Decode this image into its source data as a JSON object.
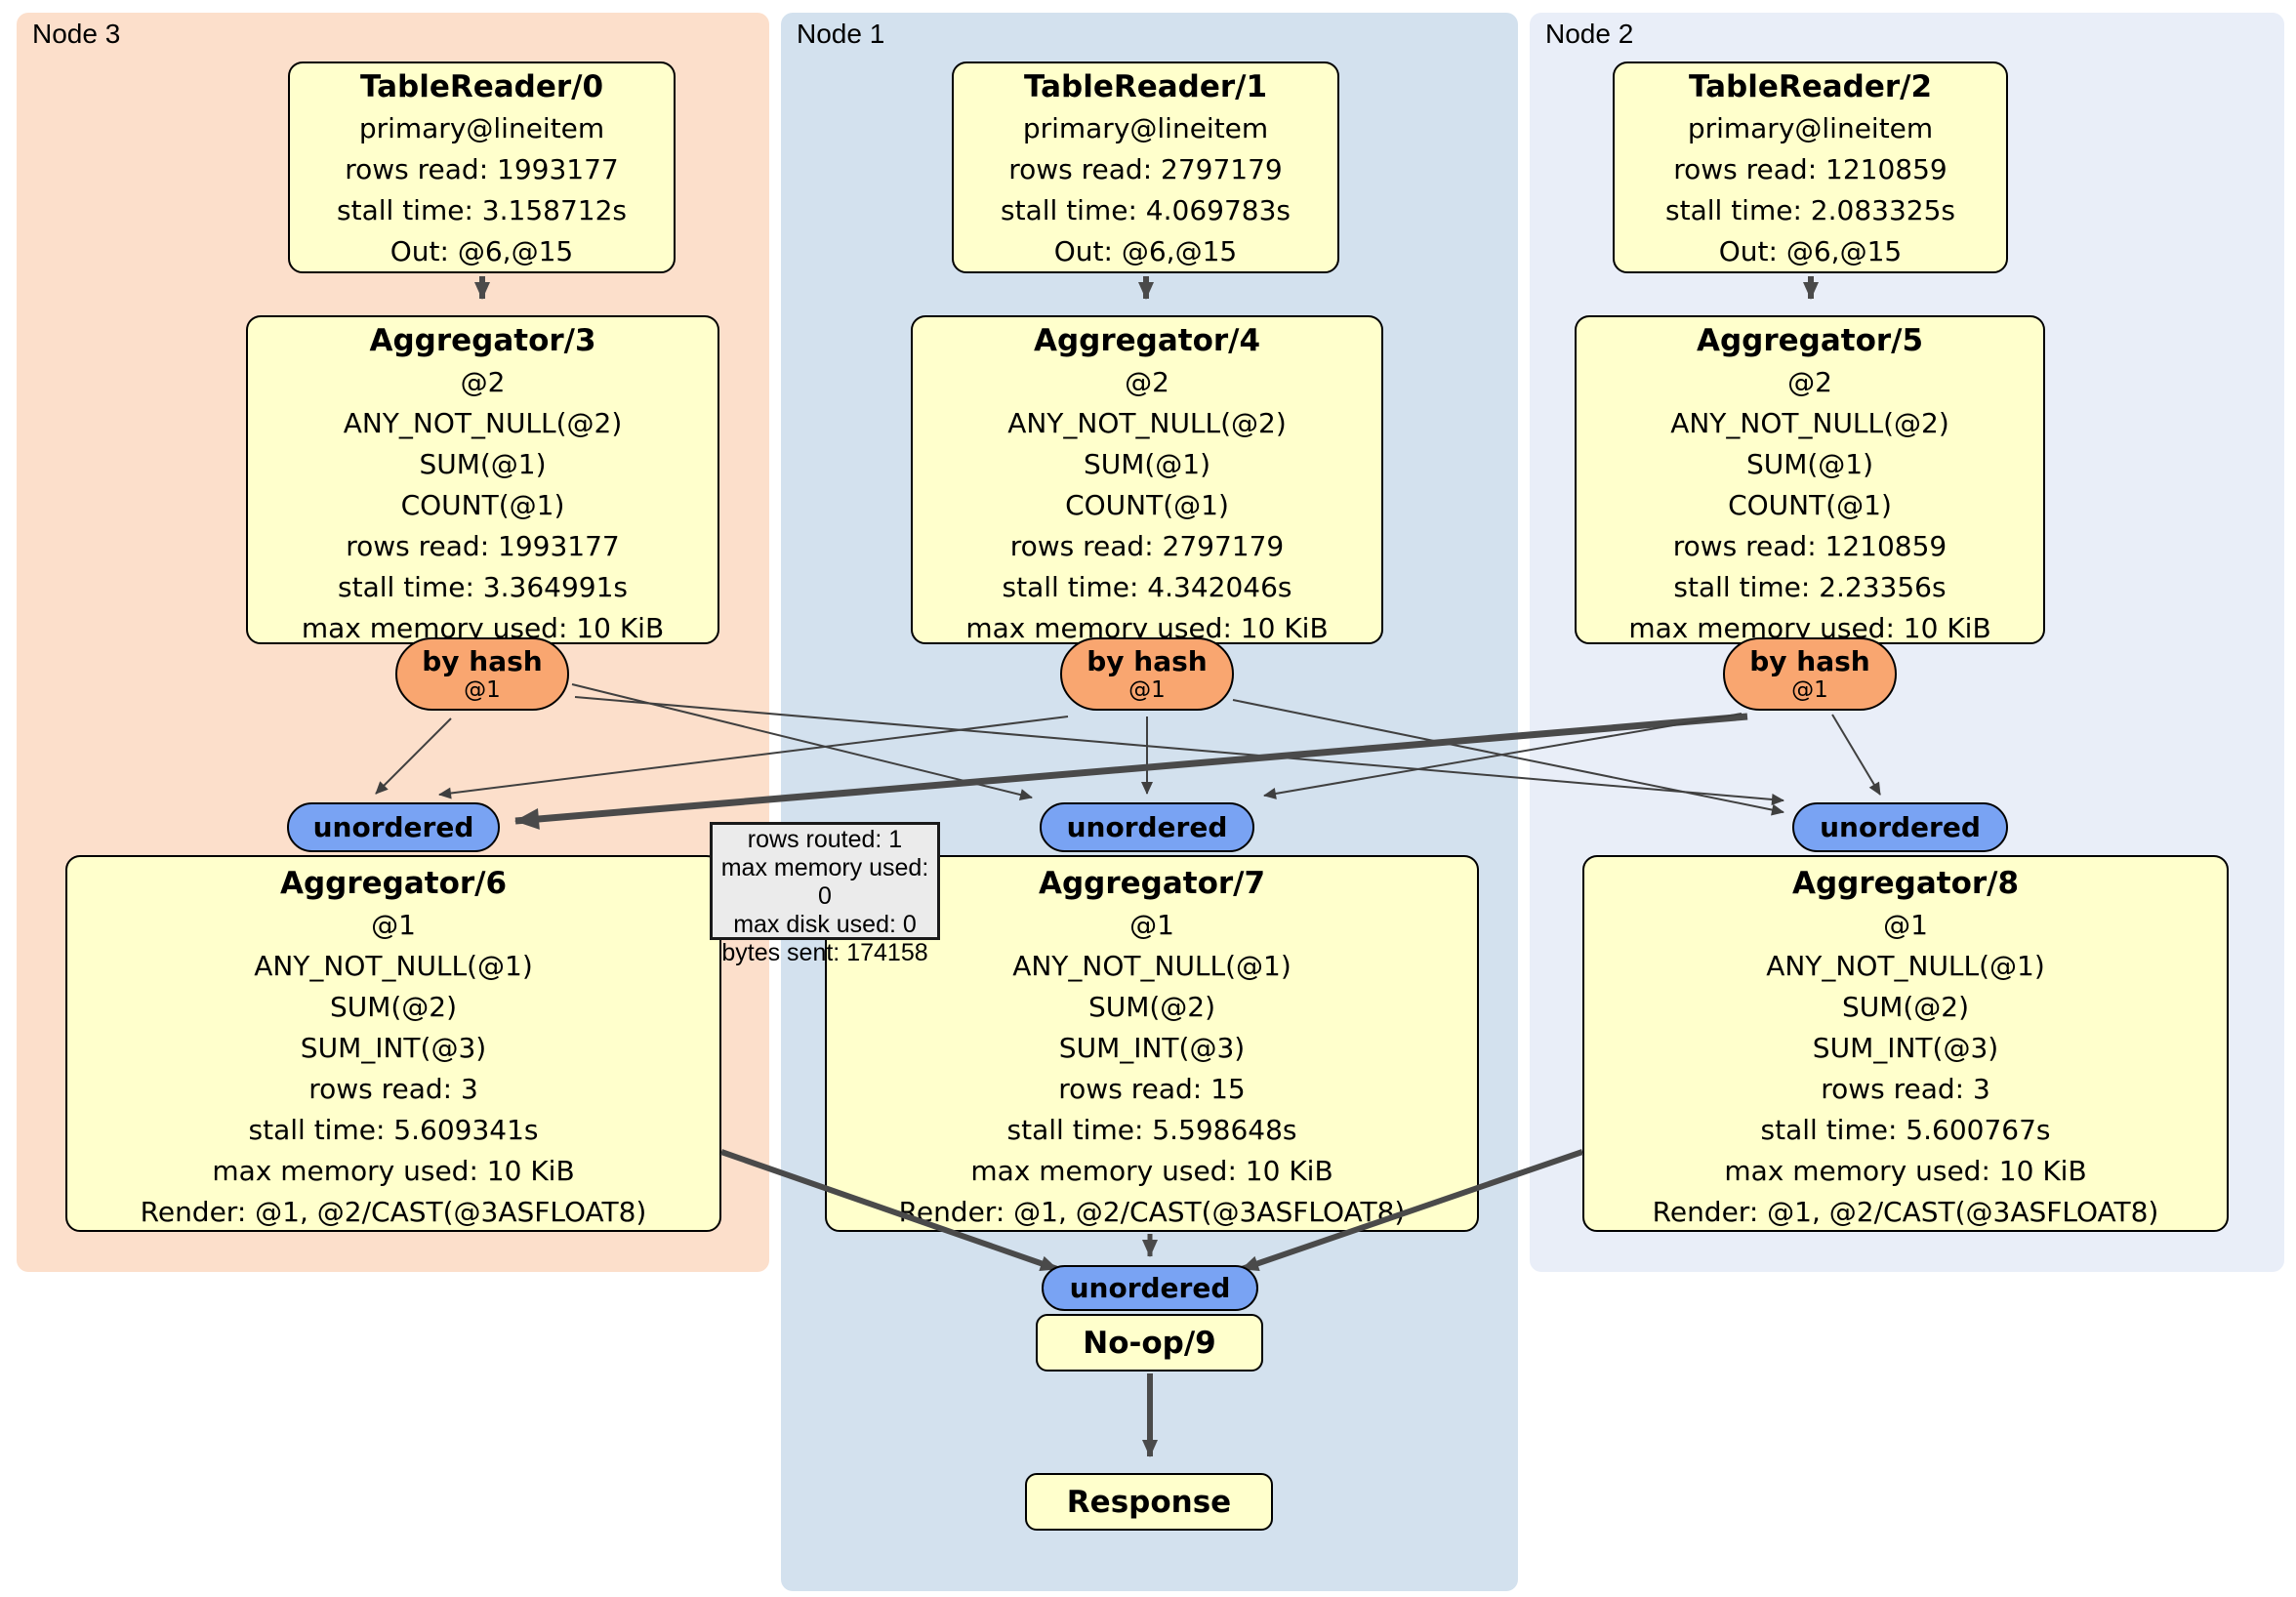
{
  "regions": {
    "node3": {
      "label": "Node 3"
    },
    "node1": {
      "label": "Node 1"
    },
    "node2": {
      "label": "Node 2"
    }
  },
  "processors": {
    "tr0": {
      "title": "TableReader/0",
      "lines": [
        "primary@lineitem",
        "rows read: 1993177",
        "stall time: 3.158712s",
        "Out: @6,@15"
      ]
    },
    "tr1": {
      "title": "TableReader/1",
      "lines": [
        "primary@lineitem",
        "rows read: 2797179",
        "stall time: 4.069783s",
        "Out: @6,@15"
      ]
    },
    "tr2": {
      "title": "TableReader/2",
      "lines": [
        "primary@lineitem",
        "rows read: 1210859",
        "stall time: 2.083325s",
        "Out: @6,@15"
      ]
    },
    "agg3": {
      "title": "Aggregator/3",
      "lines": [
        "@2",
        "ANY_NOT_NULL(@2)",
        "SUM(@1)",
        "COUNT(@1)",
        "rows read: 1993177",
        "stall time: 3.364991s",
        "max memory used: 10 KiB"
      ]
    },
    "agg4": {
      "title": "Aggregator/4",
      "lines": [
        "@2",
        "ANY_NOT_NULL(@2)",
        "SUM(@1)",
        "COUNT(@1)",
        "rows read: 2797179",
        "stall time: 4.342046s",
        "max memory used: 10 KiB"
      ]
    },
    "agg5": {
      "title": "Aggregator/5",
      "lines": [
        "@2",
        "ANY_NOT_NULL(@2)",
        "SUM(@1)",
        "COUNT(@1)",
        "rows read: 1210859",
        "stall time: 2.23356s",
        "max memory used: 10 KiB"
      ]
    },
    "agg6": {
      "title": "Aggregator/6",
      "lines": [
        "@1",
        "ANY_NOT_NULL(@1)",
        "SUM(@2)",
        "SUM_INT(@3)",
        "rows read: 3",
        "stall time: 5.609341s",
        "max memory used: 10 KiB",
        "Render: @1, @2/CAST(@3ASFLOAT8)"
      ]
    },
    "agg7": {
      "title": "Aggregator/7",
      "lines": [
        "@1",
        "ANY_NOT_NULL(@1)",
        "SUM(@2)",
        "SUM_INT(@3)",
        "rows read: 15",
        "stall time: 5.598648s",
        "max memory used: 10 KiB",
        "Render: @1, @2/CAST(@3ASFLOAT8)"
      ]
    },
    "agg8": {
      "title": "Aggregator/8",
      "lines": [
        "@1",
        "ANY_NOT_NULL(@1)",
        "SUM(@2)",
        "SUM_INT(@3)",
        "rows read: 3",
        "stall time: 5.600767s",
        "max memory used: 10 KiB",
        "Render: @1, @2/CAST(@3ASFLOAT8)"
      ]
    },
    "noop": {
      "title": "No-op/9"
    },
    "response": {
      "title": "Response"
    }
  },
  "routers": {
    "hash3": {
      "label": "by hash",
      "detail": "@1"
    },
    "hash1": {
      "label": "by hash",
      "detail": "@1"
    },
    "hash2": {
      "label": "by hash",
      "detail": "@1"
    }
  },
  "synchronizers": {
    "sync3": {
      "label": "unordered"
    },
    "sync1": {
      "label": "unordered"
    },
    "sync2": {
      "label": "unordered"
    },
    "syncFinal": {
      "label": "unordered"
    }
  },
  "tooltip": {
    "lines": [
      "rows routed: 1",
      "max memory used: 0",
      "max disk used: 0",
      "bytes sent: 174158"
    ]
  },
  "colors": {
    "node3_bg": "#fcdfcb",
    "node1_bg": "#d3e1ee",
    "node2_bg": "#e9eef8",
    "processor_bg": "#ffffcc",
    "router_bg": "#f9a670",
    "sync_bg": "#79a3f3",
    "edge": "#4a4a4a",
    "tooltip_bg": "#ebebeb",
    "border": "#000000"
  }
}
